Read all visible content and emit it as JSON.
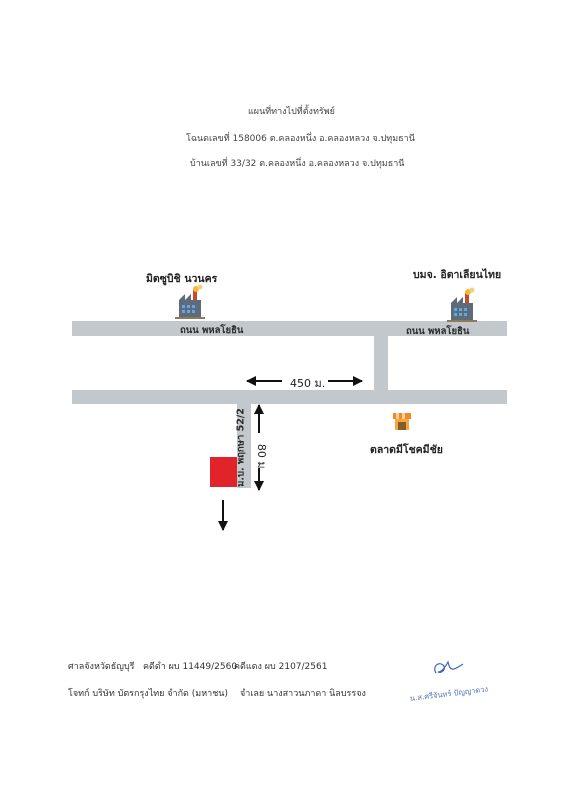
{
  "header": {
    "title": "แผนที่ทางไปที่ตั้งทรัพย์",
    "deed_line": "โฉนดเลขที่ 158006  ต.คลองหนึ่ง  อ.คลองหลวง จ.ปทุมธานี",
    "address_line": "บ้านเลขที่ 33/32 ต.คลองหนึ่ง  อ.คลองหลวง จ.ปทุมธานี"
  },
  "map": {
    "landmarks": {
      "factory_left": "มิตซูบิชิ นวนคร",
      "factory_right": "บมจ. อิตาเลียนไทย",
      "market": "ตลาดมีโชคมีชัย"
    },
    "icons": {
      "factory": "factory-icon",
      "market": "market-stall-icon",
      "property": "property-marker"
    },
    "roads": {
      "main_left": "ถนน พหลโยธิน",
      "main_right": "ถนน พหลโยธิน",
      "soi": "ม.บ. พฤกษา 52/2"
    },
    "distances": {
      "horizontal": "450 ม.",
      "vertical": "80 ม."
    },
    "colors": {
      "road": "#c3c8cc",
      "property": "#e0242a",
      "arrow": "#111111"
    }
  },
  "footer": {
    "court": "ศาลจังหวัดธัญบุรี",
    "black_case": "คดีดำ ผบ 11449/2560",
    "red_case": "คดีแดง ผบ 2107/2561",
    "plaintiff": "โจทก์ บริษัท บัตรกรุงไทย จำกัด (มหาชน)",
    "defendant": "จำเลย นางสาวนภาดา นิลบรรจง",
    "signature_name": "น.ส.ศรีจันทร์ ปัญญาดวง"
  }
}
